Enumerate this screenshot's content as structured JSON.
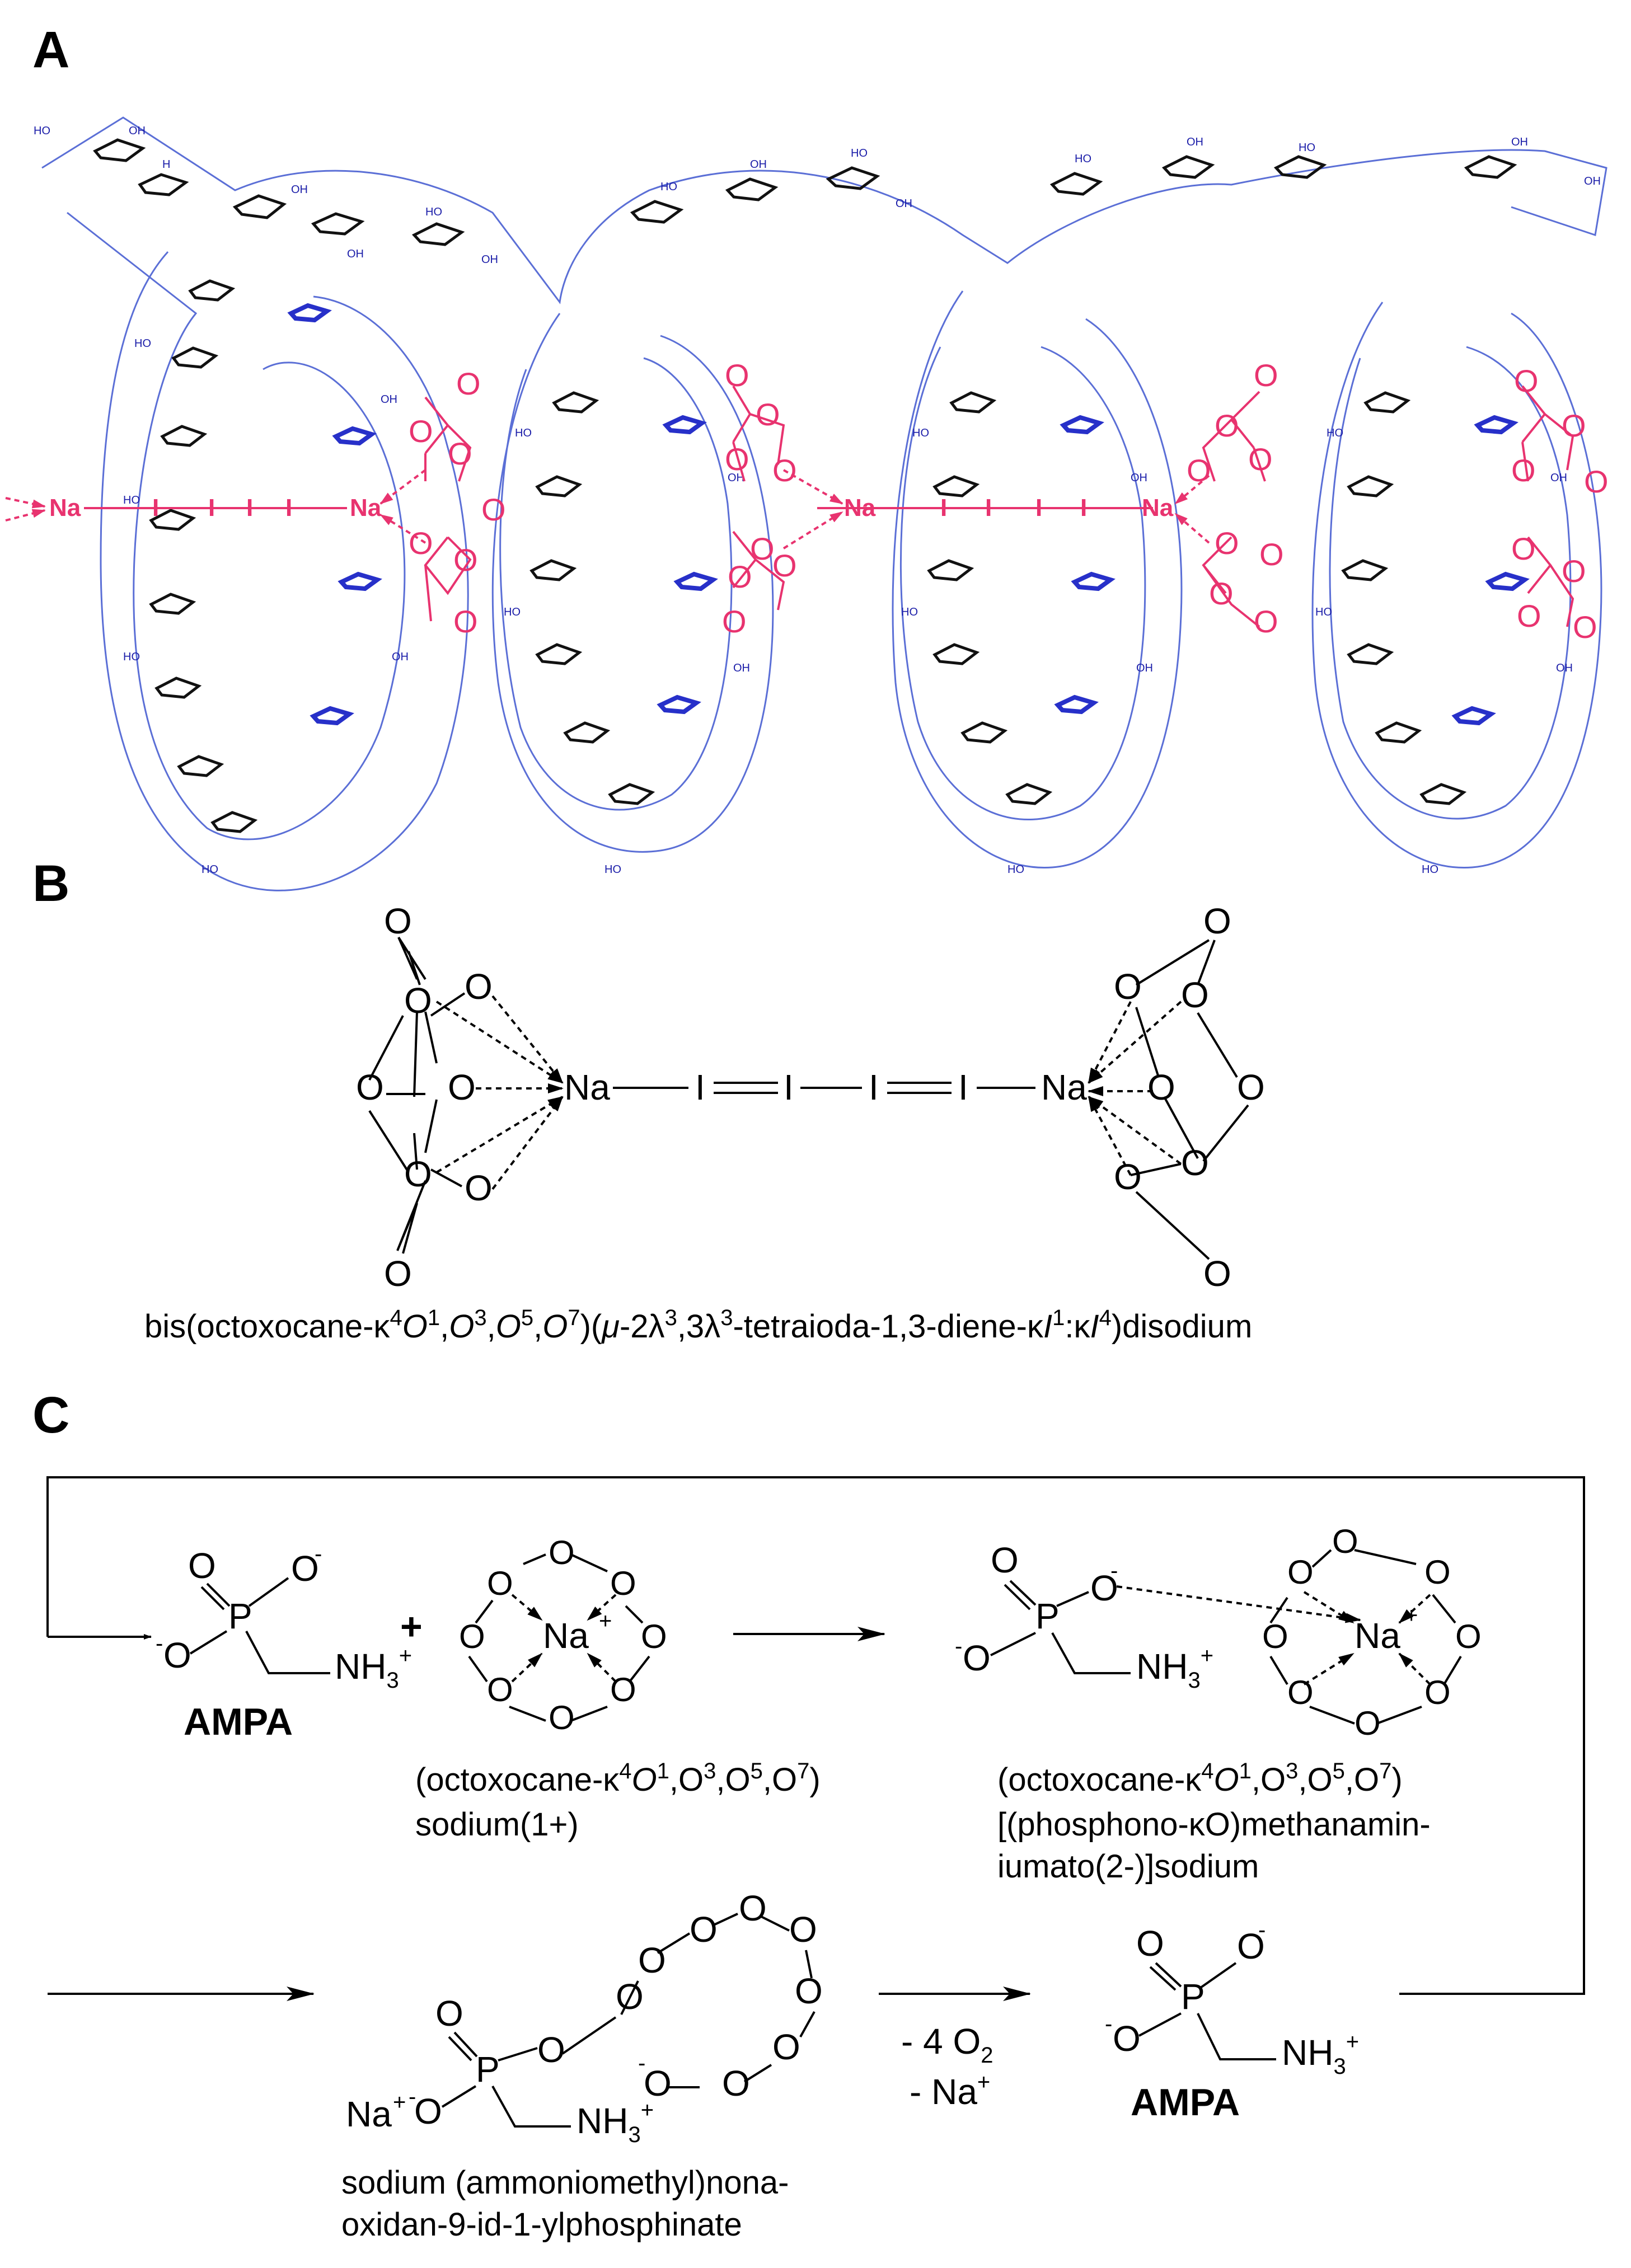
{
  "panels": {
    "a": "A",
    "b": "B",
    "c": "C"
  },
  "atoms": {
    "oxygen": "O",
    "sodium": "Na",
    "iodine": "I",
    "phosphorus": "P",
    "ammonium": "NH",
    "ammonium_sub": "3",
    "plus_sign": "+",
    "minus_sign": "-"
  },
  "panel_a": {
    "hydroxyl": "OH",
    "hydroxyl_alt": "HO",
    "hydrogen": "H",
    "ring_oxygen": "O"
  },
  "panel_b": {
    "name_prefix": "bis(octoxocane-κ",
    "name_sup_1": "4",
    "name_o1": "O",
    "name_sup_2": "1",
    "name_sep_1": ",",
    "name_sup_3": "3",
    "name_sup_4": "5",
    "name_sup_5": "7",
    "name_mid": ")(",
    "name_mu": "μ",
    "name_part_2": "-2λ",
    "name_sup_6": "3",
    "name_part_3": ",3λ",
    "name_sup_7": "3",
    "name_part_4": "-tetraioda-1,3-diene-κ",
    "name_i": "I",
    "name_sup_8": "1",
    "name_part_5": ":κ",
    "name_sup_9": "4",
    "name_suffix": ")disodium"
  },
  "panel_c": {
    "ampa_label": "AMPA",
    "complex1_name_line1_a": "(octoxocane-κ",
    "complex1_name_line1_sup": "4",
    "complex1_name_line1_b": "O",
    "complex1_name_line1_c": "1",
    "complex1_name_line1_d": ",O",
    "complex1_name_line1_e": "3",
    "complex1_name_line1_f": ",O",
    "complex1_name_line1_g": "5",
    "complex1_name_line1_h": ",O",
    "complex1_name_line1_i": "7",
    "complex1_name_line1_j": ")",
    "complex1_name_line2": "sodium(1+)",
    "complex2_name_line2": "[(phosphono-κO)methanamin-",
    "complex2_name_line3": "iumato(2-)]sodium",
    "product_name_line1": "sodium (ammoniomethyl)nona-",
    "product_name_line2": "oxidan-9-id-1-ylphosphinate",
    "release_o2": "- 4 O",
    "release_o2_sub": "2",
    "release_na": "- Na",
    "release_na_sup": "+"
  }
}
